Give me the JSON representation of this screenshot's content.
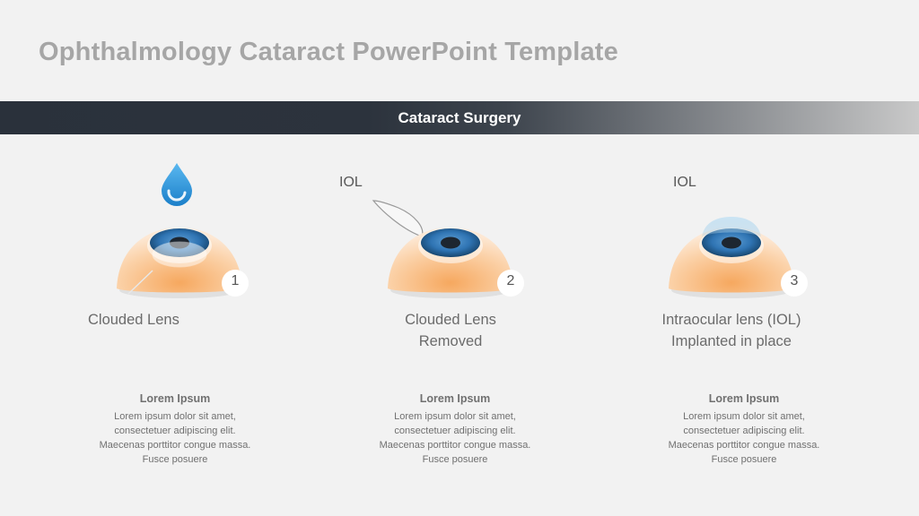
{
  "title": "Ophthalmology Cataract PowerPoint Template",
  "banner": "Cataract Surgery",
  "colors": {
    "banner_dark": "#2a313b",
    "skin": "#f7c08e",
    "iris": "#2a6aa6",
    "drop": "#2e9be0"
  },
  "steps": [
    {
      "number": "1",
      "caption_lines": [
        "Clouded Lens"
      ],
      "iol_label": "",
      "icon": "eye-drop-icon",
      "desc_title": "Lorem Ipsum",
      "desc_lines": [
        "Lorem ipsum dolor sit amet,",
        "consectetuer adipiscing elit.",
        "Maecenas porttitor  congue massa.",
        "Fusce posuere"
      ]
    },
    {
      "number": "2",
      "caption_lines": [
        "Clouded Lens",
        "Removed"
      ],
      "iol_label": "IOL",
      "icon": "lens-removed-icon",
      "desc_title": "Lorem Ipsum",
      "desc_lines": [
        "Lorem ipsum dolor sit amet,",
        "consectetuer adipiscing elit.",
        "Maecenas porttitor  congue massa.",
        "Fusce posuere"
      ]
    },
    {
      "number": "3",
      "caption_lines": [
        "Intraocular lens (IOL)",
        "Implanted in place"
      ],
      "iol_label": "IOL",
      "icon": "lens-implanted-icon",
      "desc_title": "Lorem Ipsum",
      "desc_lines": [
        "Lorem ipsum dolor sit amet,",
        "consectetuer adipiscing elit.",
        "Maecenas porttitor  congue massa.",
        "Fusce posuere"
      ]
    }
  ]
}
